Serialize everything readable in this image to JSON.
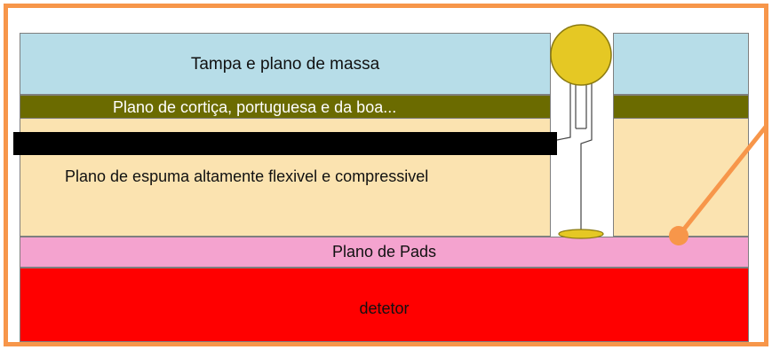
{
  "layers": {
    "tampa": "Tampa e plano de massa",
    "cortica": "Plano de cortiça, portuguesa e da boa...",
    "espuma": "Plano de espuma altamente flexivel e compressivel",
    "pads": "Plano de Pads",
    "detetor": "detetor"
  },
  "colors": {
    "frame": "#f7964a",
    "tampa": "#b7dde8",
    "cortica": "#6b6b00",
    "espuma": "#fbe3b0",
    "pads": "#f4a3cf",
    "detetor": "#ff0000",
    "ball": "#e5c824",
    "strip": "#000000"
  }
}
